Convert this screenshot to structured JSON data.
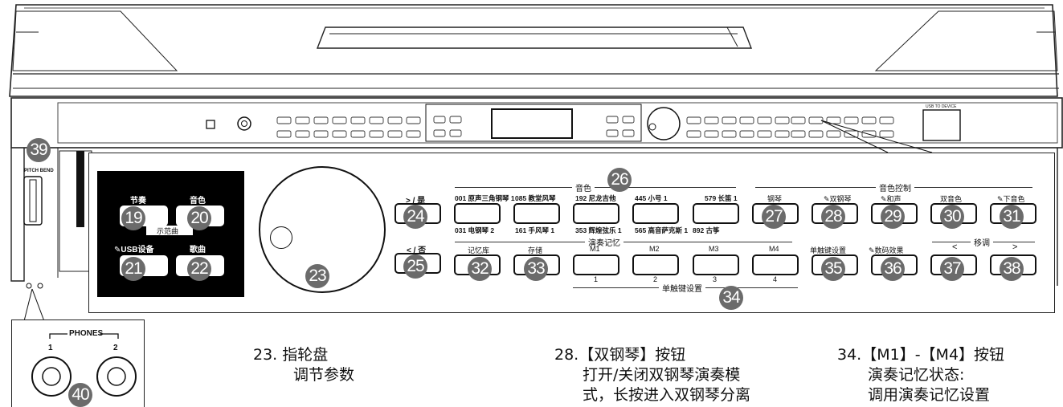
{
  "device": {
    "pitch_bend_label": "PITCH BEND",
    "usb_label": "USB TO DEVICE",
    "phones_label": "PHONES",
    "phones_jacks": [
      "1",
      "2"
    ]
  },
  "callouts": {
    "n19": "19",
    "n20": "20",
    "n21": "21",
    "n22": "22",
    "n23": "23",
    "n24": "24",
    "n25": "25",
    "n26": "26",
    "n27": "27",
    "n28": "28",
    "n29": "29",
    "n30": "30",
    "n31": "31",
    "n32": "32",
    "n33": "33",
    "n34": "34",
    "n35": "35",
    "n36": "36",
    "n37": "37",
    "n38": "38",
    "n39": "39",
    "n40": "40"
  },
  "left_panel": {
    "rhythm": "节奏",
    "voice": "音色",
    "demo": "示范曲",
    "usb": "USB设备",
    "song": "歌曲"
  },
  "nav": {
    "yes": "> / 是",
    "no": "< / 否"
  },
  "voice_group": {
    "title": "音色",
    "top_labels": [
      "001 原声三角钢琴 1",
      "085 教堂风琴",
      "192 尼龙吉他",
      "445 小号 1",
      "579 长笛 1"
    ],
    "bottom_labels": [
      "031 电钢琴 2",
      "161 手风琴 1",
      "353 辉煌弦乐 1",
      "565 高音萨克斯 1",
      "892 古筝"
    ]
  },
  "memory_group": {
    "title": "演奏记忆",
    "library": "记忆库",
    "store": "存储",
    "slots": [
      "M1",
      "M2",
      "M3",
      "M4"
    ],
    "slot_numbers": [
      "1",
      "2",
      "3",
      "4"
    ],
    "one_touch_title": "单触键设置"
  },
  "voice_control": {
    "title": "音色控制",
    "labels": [
      "钢琴",
      "双钢琴",
      "和声",
      "双音色",
      "下音色"
    ],
    "one_touch": "单触键设置",
    "dsp": "数码效果",
    "transpose_title": "移调",
    "transpose_down": "<",
    "transpose_up": ">"
  },
  "captions": {
    "c23_title": "23. 指轮盘",
    "c23_body": "调节参数",
    "c28_title": "28.【双钢琴】按钮",
    "c28_line1": "打开/关闭双钢琴演奏模",
    "c28_line2": "式，长按进入双钢琴分离",
    "c34_title": "34.【M1】-【M4】按钮",
    "c34_line1": "演奏记忆状态:",
    "c34_line2": "调用演奏记忆设置"
  }
}
